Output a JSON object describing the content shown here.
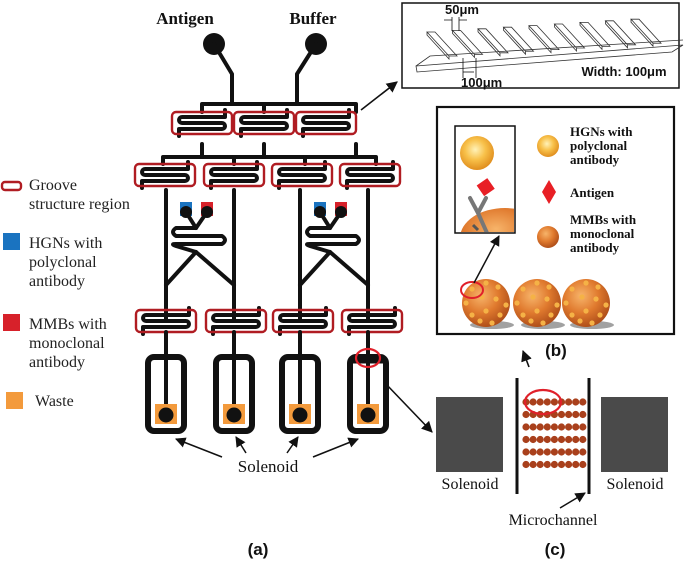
{
  "figure": {
    "panel_a": {
      "label": "(a)",
      "inlet_labels": {
        "antigen": "Antigen",
        "buffer": "Buffer"
      },
      "solenoid_label": "Solenoid"
    },
    "panel_b": {
      "label": "(b)",
      "legend": [
        {
          "name": "HGNs with polyclonal antibody",
          "lines": [
            "HGNs with",
            "polyclonal",
            "antibody"
          ]
        },
        {
          "name": "Antigen",
          "lines": [
            "Antigen"
          ]
        },
        {
          "name": "MMBs with monoclonal antibody",
          "lines": [
            "MMBs with",
            "monoclonal",
            "antibody"
          ]
        }
      ]
    },
    "panel_c": {
      "label": "(c)",
      "solenoid_left": "Solenoid",
      "solenoid_right": "Solenoid",
      "microchannel": "Microchannel"
    },
    "inset_groove": {
      "dim_top": "50μm",
      "dim_bottom": "100μm",
      "width_label": "Width: 100μm"
    },
    "legend": [
      {
        "key": "groove",
        "lines": [
          "Groove",
          "structure region"
        ],
        "color": "#b01c22"
      },
      {
        "key": "hgn",
        "lines": [
          "HGNs with",
          "polyclonal",
          "antibody"
        ],
        "color": "#1a73c0"
      },
      {
        "key": "mmb",
        "lines": [
          "MMBs with",
          "monoclonal",
          "antibody"
        ],
        "color": "#d7212a"
      },
      {
        "key": "waste",
        "lines": [
          "Waste"
        ],
        "color": "#f39a3c"
      }
    ],
    "colors": {
      "groove": "#b01c22",
      "hgn": "#1a73c0",
      "mmb": "#d7212a",
      "waste": "#f39a3c",
      "solenoid_block": "#4a4a4a",
      "bead": "#a9401c"
    }
  }
}
